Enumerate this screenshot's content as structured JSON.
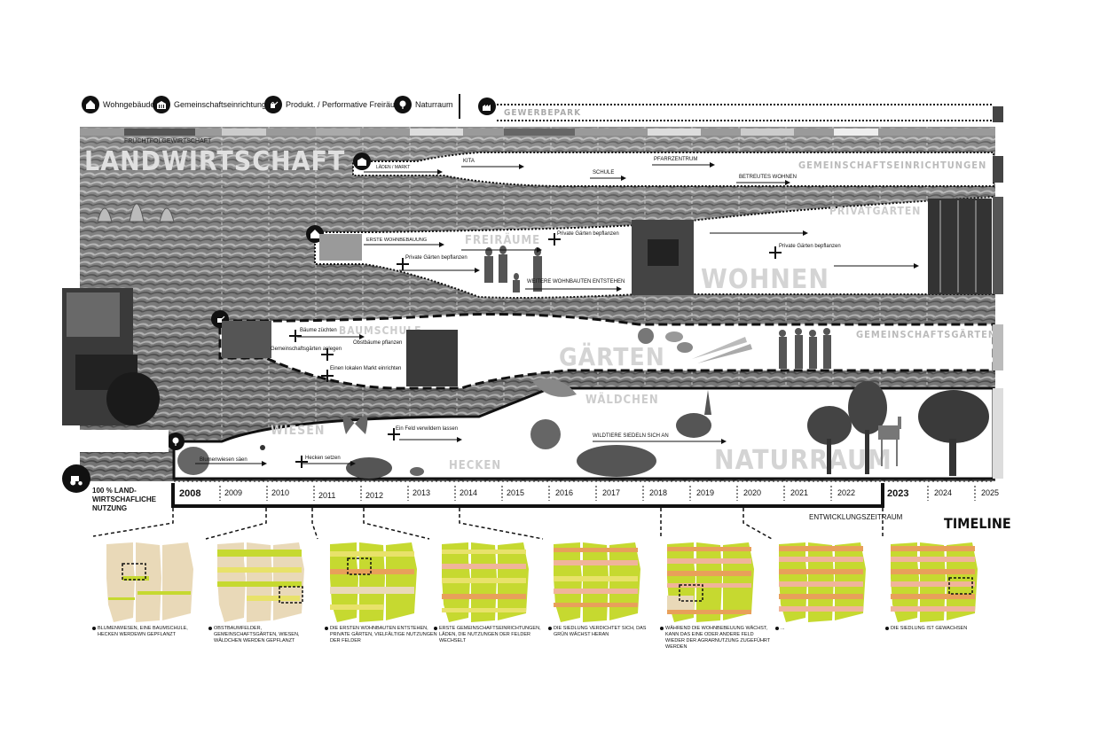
{
  "legend": [
    {
      "label": "Wohngebäude",
      "icon": "house-icon"
    },
    {
      "label": "Gemeinschaftseinrichtungen",
      "icon": "community-building-icon"
    },
    {
      "label": "Produkt. / Performative Freiräume",
      "icon": "watering-can-icon"
    },
    {
      "label": "Naturraum",
      "icon": "tree-icon"
    }
  ],
  "gewerbepark_label": "GEWERBEPARK",
  "bands": {
    "landwirtschaft": "LANDWIRTSCHAFT",
    "fruchtfolge": "FRUCHTFOLGEWIRTSCHAFT",
    "gemeinschaft": "GEMEINSCHAFTSEINRICHTUNGEN",
    "privatgaerten": "PRIVATGÄRTEN",
    "freiraeume": "FREIRÄUME",
    "wohnen": "WOHNEN",
    "baumschule": "BAUMSCHULE",
    "gaerten": "GÄRTEN",
    "gemeinschaftsgaerten": "GEMEINSCHAFTSGÄRTEN",
    "waeldchen": "WÄLDCHEN",
    "wiesen": "WIESEN",
    "hecken": "HECKEN",
    "naturraum": "NATURRAUM"
  },
  "annotations": {
    "laden_markt": "LÄDEN / MARKT",
    "kita": "KITA",
    "schule": "SCHULE",
    "pfarrzentrum": "PFARRZENTRUM",
    "betreutes_wohnen": "BETREUTES WOHNEN",
    "erste_wohnbebauung": "ERSTE WOHNBEBAUUNG",
    "private_gaerten_1": "Private Gärten bepflanzen",
    "private_gaerten_2": "Private Gärten bepflanzen",
    "private_gaerten_3": "Private Gärten bepflanzen",
    "weitere_wohnbauten": "WEITERE WOHNBAUTEN ENTSTEHEN",
    "baeume_zuechten": "Bäume züchten",
    "gemeinschaftsgaerten_anlegen": "Gemeinschaftsgärten anlegen",
    "obstbaeume": "Obstbäume pflanzen",
    "lokaler_markt": "Einen lokalen Markt einrichten",
    "feld_verwildern": "Ein Feld verwildern lassen",
    "wildtiere": "WILDTIERE SIEDELN SICH AN",
    "blumenwiesen": "Blumenwiesen säen",
    "hecken_setzen": "Hecken setzen"
  },
  "landwirtschaft_start": "100 % LAND-\nWIRTSCHAFLICHE\nNUTZUNG",
  "years": [
    "2008",
    "2009",
    "2010",
    "2011",
    "2012",
    "2013",
    "2014",
    "2015",
    "2016",
    "2017",
    "2018",
    "2019",
    "2020",
    "2021",
    "2022",
    "2023",
    "2024",
    "2025"
  ],
  "entwicklungszeitraum": "ENTWICKLUNGSZEITRAUM",
  "timeline_title": "TIMELINE",
  "captions": [
    "BLUMENWIESEN, EINE BAUMSCHULE, HECKEN WERDEWN GEPFLANZT",
    "OBSTBAUMFELDER, GEMEINSCHAFTSGÄRTEN, WIESEN, WÄLDCHEN WERDEN GEPFLANZT",
    "DIE ERSTEN WOHNBAUTEN ENTSTEHEN, PRIVATE GÄRTEN, VIELFÄLTIGE NUTZUNGEN DER FELDER",
    "ERSTE GEMEINSCHAFTSEINRICHTUNGEN, LÄDEN, DIE NUTZUNGEN DER FELDER WECHSELT",
    "DIE SIEDLUNG VERDICHTET SICH, DAS GRÜN WÄCHST HERAN",
    "WÄHREND DIE WOHNBEBEUUNG WÄCHST, KANN DAS EINE ODER ANDERE FELD WIEDER DER AGRARNUTZUNG ZUGEFÜHRT WERDEN",
    "...",
    "DIE SIEDLUNG IST GEWACHSEN"
  ],
  "colors": {
    "field": "#e9d9b8",
    "green": "#c6d930",
    "yellow": "#e8e26a",
    "orange": "#e8a05a",
    "pink": "#f0b49a"
  }
}
